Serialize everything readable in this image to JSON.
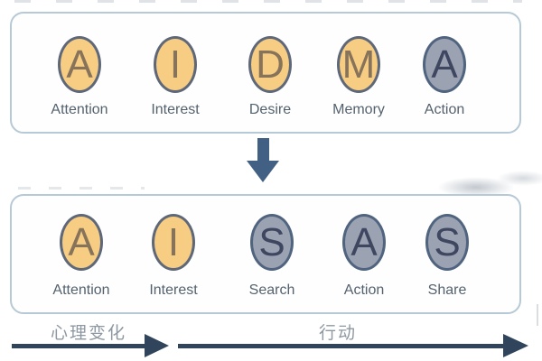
{
  "colors": {
    "box-border": "#b6c9d6",
    "circle-yellow-fill": "#f6cd83",
    "circle-yellow-border": "#5f6878",
    "circle-yellow-letter": "#87735a",
    "circle-gray-fill": "#9ba3b3",
    "circle-gray-border": "#50647f",
    "circle-gray-letter": "#3e4660",
    "label-text": "#54626e",
    "phase-text": "#8e98a2",
    "down-arrow": "#426084",
    "flow-arrow": "#30455c"
  },
  "top_box": {
    "steps": [
      {
        "letter": "A",
        "label": "Attention",
        "style": "yellow"
      },
      {
        "letter": "I",
        "label": "Interest",
        "style": "yellow"
      },
      {
        "letter": "D",
        "label": "Desire",
        "style": "yellow"
      },
      {
        "letter": "M",
        "label": "Memory",
        "style": "yellow"
      },
      {
        "letter": "A",
        "label": "Action",
        "style": "gray"
      }
    ]
  },
  "bottom_box": {
    "steps": [
      {
        "letter": "A",
        "label": "Attention",
        "style": "yellow"
      },
      {
        "letter": "I",
        "label": "Interest",
        "style": "yellow"
      },
      {
        "letter": "S",
        "label": "Search",
        "style": "gray"
      },
      {
        "letter": "A",
        "label": "Action",
        "style": "gray"
      },
      {
        "letter": "S",
        "label": "Share",
        "style": "gray"
      }
    ]
  },
  "phases": [
    {
      "label": "心理变化"
    },
    {
      "label": "行动"
    }
  ],
  "icons": {
    "transition": "down-arrow-icon",
    "phase_flow": "right-arrow-icon"
  }
}
